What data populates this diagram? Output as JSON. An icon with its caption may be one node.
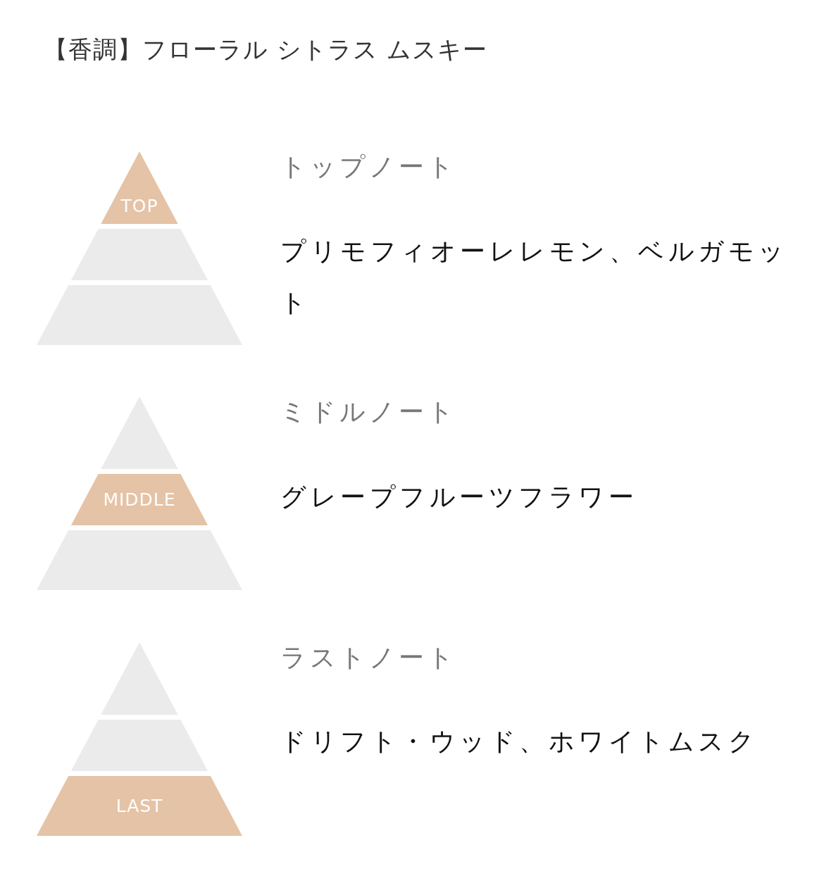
{
  "diagram": {
    "title": "【香調】フローラル シトラス ムスキー",
    "nodes": [
      {
        "text": [
          "TOP"
        ]
      },
      {
        "text": [],
        "shape": "trapezoid"
      },
      {
        "text": [],
        "shape": "trapezoid"
      },
      {
        "text": [],
        "shape": "triangle"
      },
      {
        "text": [
          "MIDDLE"
        ]
      },
      {
        "text": [],
        "shape": "trapezoid"
      },
      {
        "text": [],
        "shape": "triangle"
      },
      {
        "text": [],
        "shape": "trapezoid"
      },
      {
        "text": [
          "LAST"
        ]
      }
    ],
    "labels": [
      "トップノート",
      "プリモフィオーレレモン、ベルガモット",
      "ミドルノート",
      "グレープフルーツフラワー",
      "ラストノート",
      "ドリフト・ウッド、ホワイトムスク"
    ]
  }
}
